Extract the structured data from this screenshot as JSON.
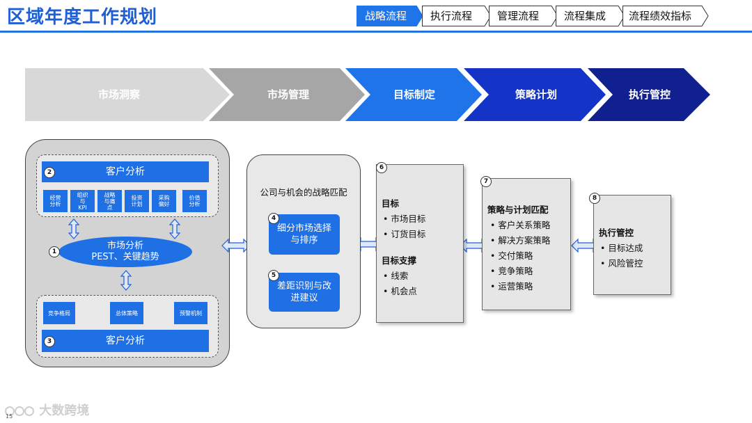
{
  "header": {
    "title": "区域年度工作规划",
    "tabs": [
      {
        "label": "战略流程",
        "active": true
      },
      {
        "label": "执行流程",
        "active": false
      },
      {
        "label": "管理流程",
        "active": false
      },
      {
        "label": "流程集成",
        "active": false
      },
      {
        "label": "流程绩效指标",
        "active": false
      }
    ]
  },
  "process": {
    "steps": [
      {
        "label": "市场洞察",
        "color": "#d8d8d8"
      },
      {
        "label": "市场管理",
        "color": "#a6a6a6"
      },
      {
        "label": "目标制定",
        "color": "#1f74ea"
      },
      {
        "label": "策略计划",
        "color": "#1434c8"
      },
      {
        "label": "执行管控",
        "color": "#10208f"
      }
    ]
  },
  "left_panel": {
    "top_box": {
      "number": "2",
      "title": "客户分析",
      "items": [
        "经营\n分析",
        "组织\n与\nKPI",
        "战略\n与痛\n点",
        "投资\n计划",
        "采购\n偏好",
        "价值\n分析"
      ]
    },
    "center": {
      "number": "1",
      "line1": "市场分析",
      "line2": "PEST、关键趋势"
    },
    "bottom_box": {
      "number": "3",
      "title": "客户分析",
      "items": [
        "竞争格局",
        "总体策略",
        "预警机制"
      ]
    }
  },
  "mid_panel": {
    "title": "公司与机会的战略匹配",
    "block4": {
      "number": "4",
      "text": "细分市场选择\n与排序"
    },
    "block5": {
      "number": "5",
      "text": "差距识别与改\n进建议"
    }
  },
  "card6": {
    "number": "6",
    "sections": [
      {
        "title": "目标",
        "items": [
          "市场目标",
          "订货目标"
        ]
      },
      {
        "title": "目标支撑",
        "items": [
          "线索",
          "机会点"
        ]
      }
    ]
  },
  "card7": {
    "number": "7",
    "title": "策略与计划匹配",
    "items": [
      "客户关系策略",
      "解决方案策略",
      "交付策略",
      "竞争策略",
      "运营策略"
    ]
  },
  "card8": {
    "number": "8",
    "title": "执行管控",
    "items": [
      "目标达成",
      "风险管控"
    ]
  },
  "footer": {
    "watermark": "大数跨境",
    "page": "15"
  }
}
